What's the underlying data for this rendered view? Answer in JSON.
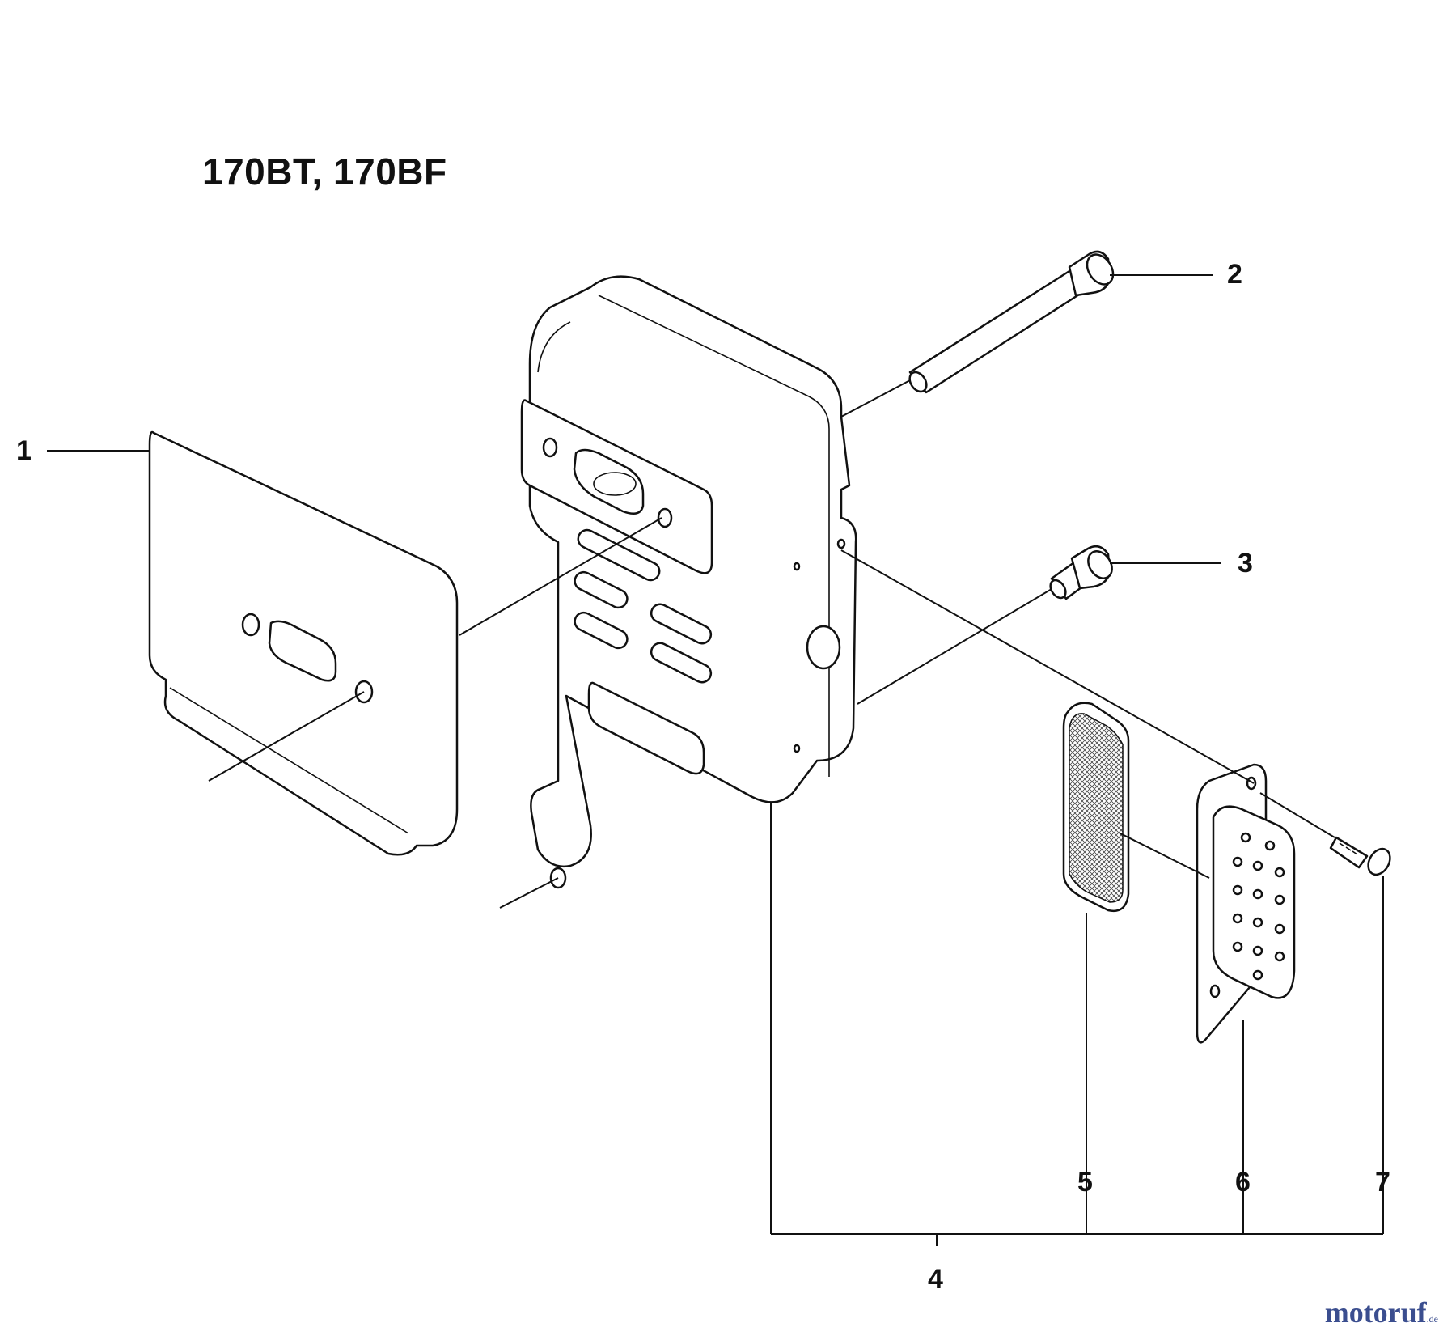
{
  "title": "170BT, 170BF",
  "callouts": [
    {
      "id": "1",
      "label": "1"
    },
    {
      "id": "2",
      "label": "2"
    },
    {
      "id": "3",
      "label": "3"
    },
    {
      "id": "4",
      "label": "4"
    },
    {
      "id": "5",
      "label": "5"
    },
    {
      "id": "6",
      "label": "6"
    },
    {
      "id": "7",
      "label": "7"
    }
  ],
  "watermark": {
    "name": "motoruf",
    "tld": ".de"
  },
  "colors": {
    "line": "#111111",
    "background": "#ffffff",
    "watermark": "#3b4e8f"
  }
}
